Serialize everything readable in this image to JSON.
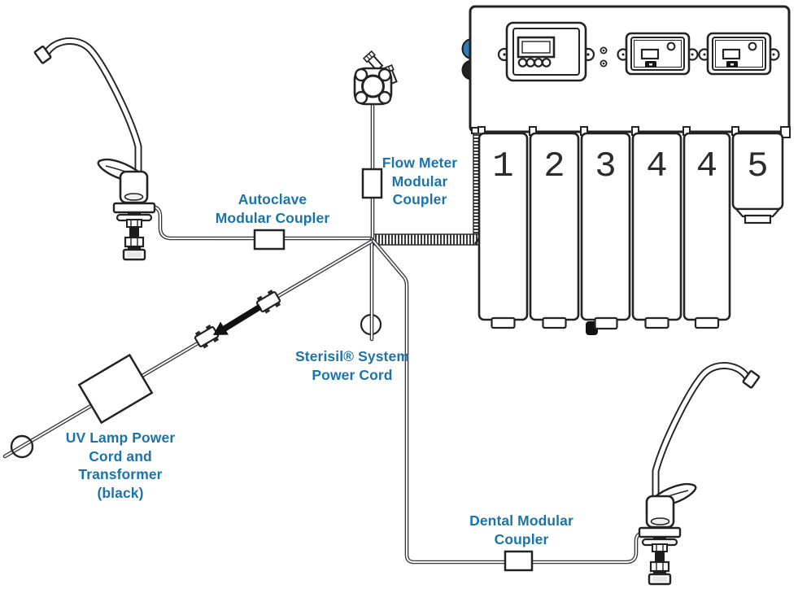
{
  "diagram_labels": {
    "flow_meter": {
      "lines": [
        "Flow Meter",
        "Modular",
        "Coupler"
      ]
    },
    "autoclave": {
      "lines": [
        "Autoclave",
        "Modular Coupler"
      ]
    },
    "sterisil_power": {
      "lines": [
        "Sterisil® System",
        "Power Cord"
      ]
    },
    "uv_lamp": {
      "lines": [
        "UV Lamp Power",
        "Cord and",
        "Transformer",
        "(black)"
      ]
    },
    "dental": {
      "lines": [
        "Dental Modular",
        "Coupler"
      ]
    }
  },
  "cartridge_numbers": [
    "1",
    "2",
    "3",
    "4",
    "4",
    "5"
  ],
  "colors": {
    "label_blue": "#1b74a8",
    "cord_gray": "#38383a",
    "outline_black": "#232323",
    "knob_blue": "#2e7cb5",
    "knob_black": "#232325"
  }
}
